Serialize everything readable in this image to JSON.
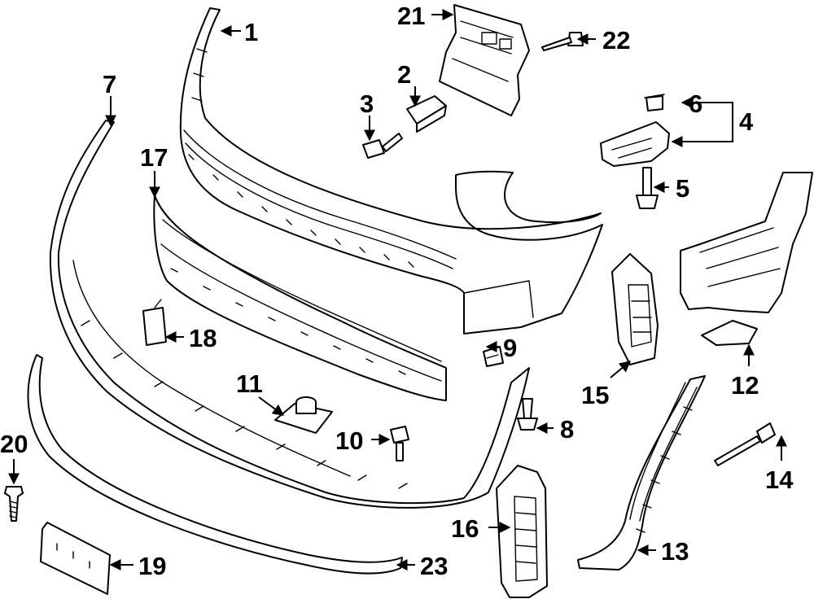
{
  "callouts": {
    "c1": "1",
    "c2": "2",
    "c3": "3",
    "c4": "4",
    "c5": "5",
    "c6": "6",
    "c7": "7",
    "c8": "8",
    "c9": "9",
    "c10": "10",
    "c11": "11",
    "c12": "12",
    "c13": "13",
    "c14": "14",
    "c15": "15",
    "c16": "16",
    "c17": "17",
    "c18": "18",
    "c19": "19",
    "c20": "20",
    "c21": "21",
    "c22": "22",
    "c23": "23"
  },
  "colors": {
    "ink": "#000000",
    "paper": "#ffffff"
  }
}
